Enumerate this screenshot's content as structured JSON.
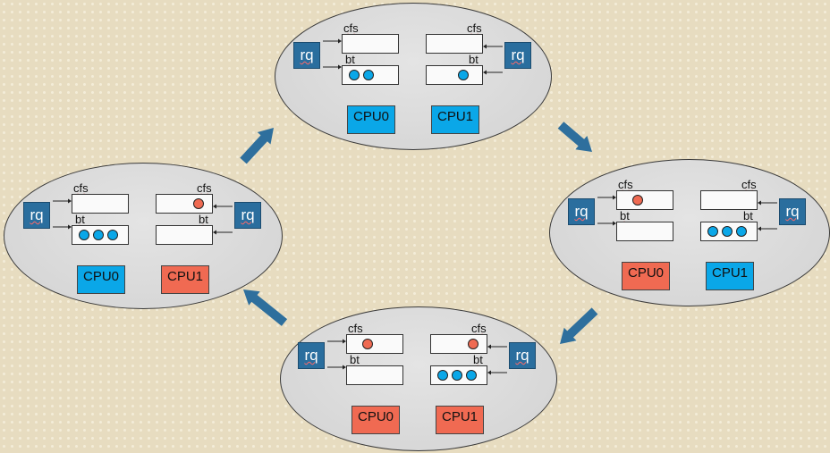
{
  "colors": {
    "cpu_blue": "#0aa7e8",
    "cpu_red": "#f06a52",
    "rq_box": "#2a6e9e",
    "transition_arrow": "#2e6f9d"
  },
  "labels": {
    "rq": "rq",
    "cfs": "cfs",
    "bt": "bt"
  },
  "states": [
    {
      "id": "top",
      "cpus": [
        {
          "label": "CPU0",
          "color": "blue",
          "cfs_tasks": 0,
          "bt_tasks": 2
        },
        {
          "label": "CPU1",
          "color": "blue",
          "cfs_tasks": 0,
          "bt_tasks": 1
        }
      ]
    },
    {
      "id": "right",
      "cpus": [
        {
          "label": "CPU0",
          "color": "red",
          "cfs_tasks": 1,
          "bt_tasks": 0
        },
        {
          "label": "CPU1",
          "color": "blue",
          "cfs_tasks": 0,
          "bt_tasks": 3
        }
      ]
    },
    {
      "id": "bottom",
      "cpus": [
        {
          "label": "CPU0",
          "color": "red",
          "cfs_tasks": 1,
          "bt_tasks": 0
        },
        {
          "label": "CPU1",
          "color": "red",
          "cfs_tasks": 1,
          "bt_tasks": 3
        }
      ]
    },
    {
      "id": "left",
      "cpus": [
        {
          "label": "CPU0",
          "color": "blue",
          "cfs_tasks": 0,
          "bt_tasks": 3
        },
        {
          "label": "CPU1",
          "color": "red",
          "cfs_tasks": 1,
          "bt_tasks": 0
        }
      ]
    }
  ],
  "transitions": [
    {
      "from": "left",
      "to": "top"
    },
    {
      "from": "top",
      "to": "right"
    },
    {
      "from": "right",
      "to": "bottom"
    },
    {
      "from": "bottom",
      "to": "left"
    }
  ]
}
